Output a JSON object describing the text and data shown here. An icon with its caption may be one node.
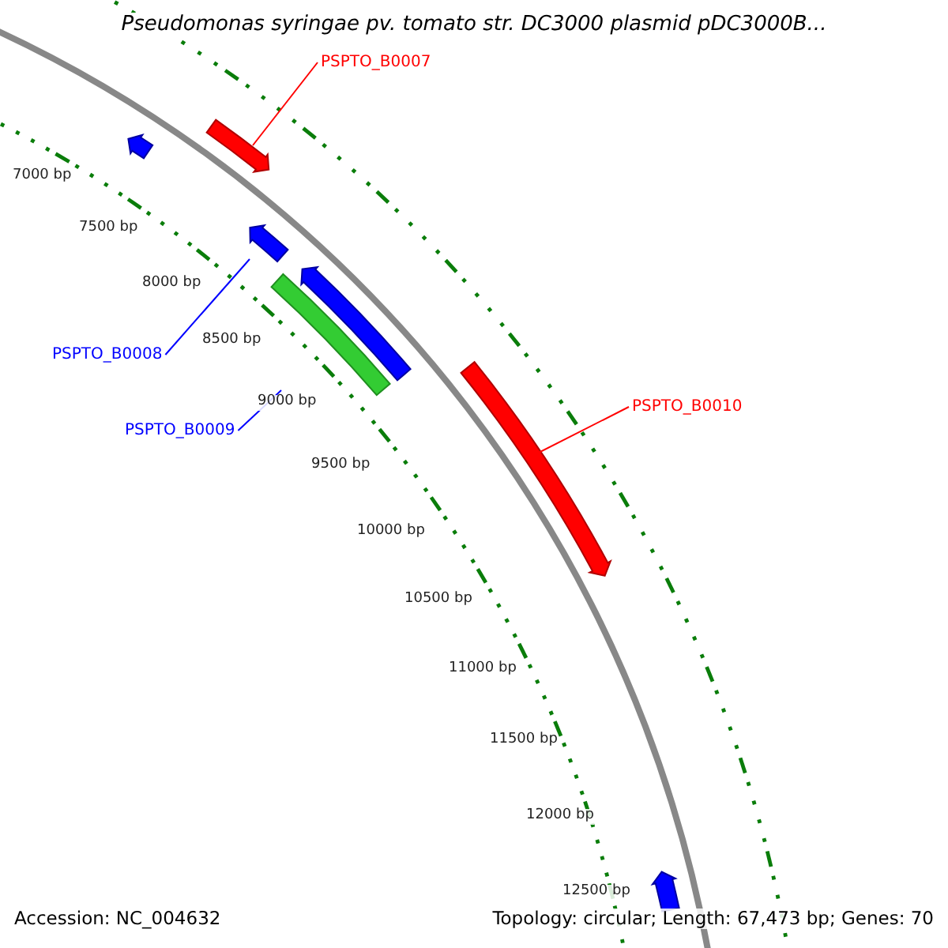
{
  "diagram": {
    "title": "Pseudomonas syringae pv. tomato str. DC3000 plasmid pDC3000B...",
    "nodes": [
      {
        "text": [
          "PSPTO_B0007"
        ]
      },
      {
        "text": [],
        "shape": "bar"
      },
      {
        "text": [],
        "shape": "bar"
      },
      {
        "text": [],
        "shape": "bar"
      },
      {
        "text": [
          "PSPTO_B0008"
        ]
      },
      {
        "text": [],
        "shape": "bar"
      },
      {
        "text": [],
        "shape": "bar"
      },
      {
        "text": [
          "PSPTO_B0009"
        ]
      },
      {
        "text": [
          "PSPTO_B0010"
        ]
      },
      {
        "text": [],
        "shape": "bar"
      },
      {
        "text": [],
        "shape": "bar"
      }
    ],
    "edges": [
      {
        "from": 0,
        "to": 1,
        "arrow": "none",
        "color": "#ff0000"
      },
      {
        "from": 4,
        "to": 3,
        "arrow": "none",
        "color": "#0000ff"
      },
      {
        "from": 7,
        "to": 6,
        "arrow": "none",
        "color": "#0000ff"
      },
      {
        "from": 8,
        "to": 9,
        "arrow": "none",
        "color": "#ff0000"
      }
    ],
    "labels": [
      "7000 bp",
      "7500 bp",
      "8000 bp",
      "8500 bp",
      "9000 bp",
      "9500 bp",
      "10000 bp",
      "10500 bp",
      "11000 bp",
      "11500 bp",
      "12000 bp",
      "12500 bp",
      "Accession: NC_004632",
      "Topology: circular; Length: 67,473 bp; Genes: 70"
    ]
  }
}
